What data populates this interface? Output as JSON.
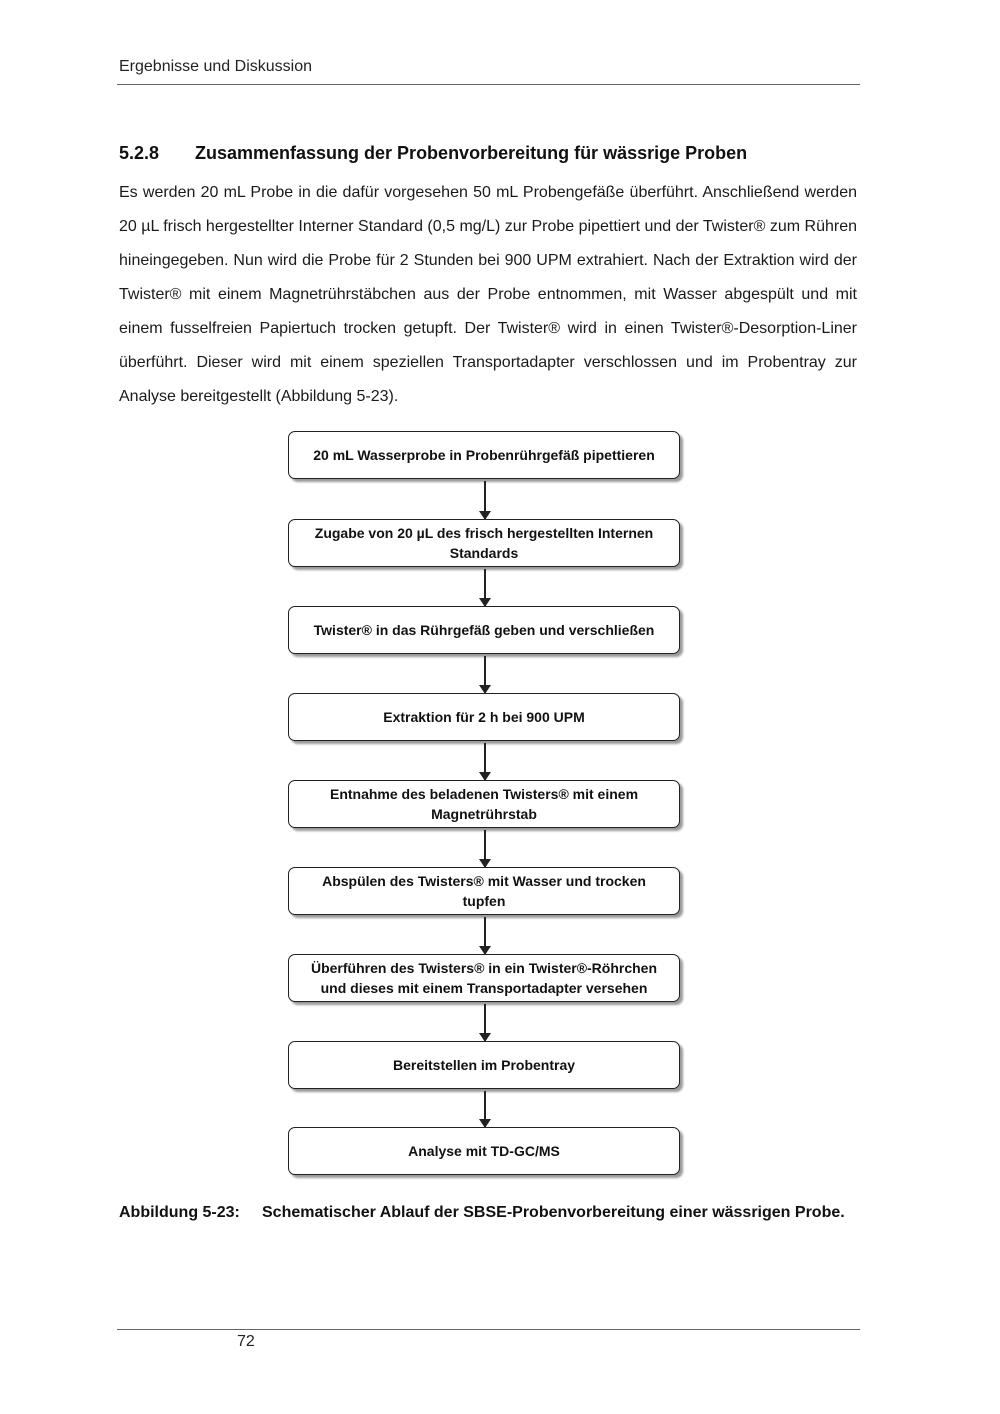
{
  "header": {
    "running_title": "Ergebnisse und Diskussion"
  },
  "section": {
    "number": "5.2.8",
    "title": "Zusammenfassung der Probenvorbereitung für wässrige Proben"
  },
  "body": {
    "paragraph": "Es werden 20 mL Probe in die dafür vorgesehen 50 mL Probengefäße überführt. Anschließend werden 20 µL frisch hergestellter Interner Standard (0,5 mg/L) zur Probe pipettiert und der Twister® zum Rühren hineingegeben. Nun wird die Probe für 2 Stunden bei 900 UPM extrahiert. Nach der Extraktion wird der Twister® mit einem Magnetrührstäbchen aus der Probe entnommen, mit Wasser abgespült und mit einem fusselfreien Papiertuch trocken getupft. Der Twister® wird in einen Twister®-Desorption-Liner überführt. Dieser wird mit einem speziellen Transportadapter verschlossen und im Probentray zur Analyse bereitgestellt (Abbildung 5-23)."
  },
  "flowchart": {
    "steps": [
      "20 mL Wasserprobe in Probenrührgefäß pipettieren",
      "Zugabe von 20 µL des frisch hergestellten Internen Standards",
      "Twister® in das Rührgefäß geben und verschließen",
      "Extraktion für 2 h bei 900 UPM",
      "Entnahme des beladenen Twisters® mit einem Magnetrührstab",
      "Abspülen des Twisters® mit Wasser und trocken tupfen",
      "Überführen des Twisters® in ein Twister®-Röhrchen und dieses mit einem Transportadapter versehen",
      "Bereitstellen im Probentray",
      "Analyse mit TD-GC/MS"
    ]
  },
  "caption": {
    "label": "Abbildung 5-23:",
    "text": "Schematischer Ablauf der SBSE-Probenvorbereitung einer wässrigen Probe."
  },
  "footer": {
    "page_number": "72"
  }
}
